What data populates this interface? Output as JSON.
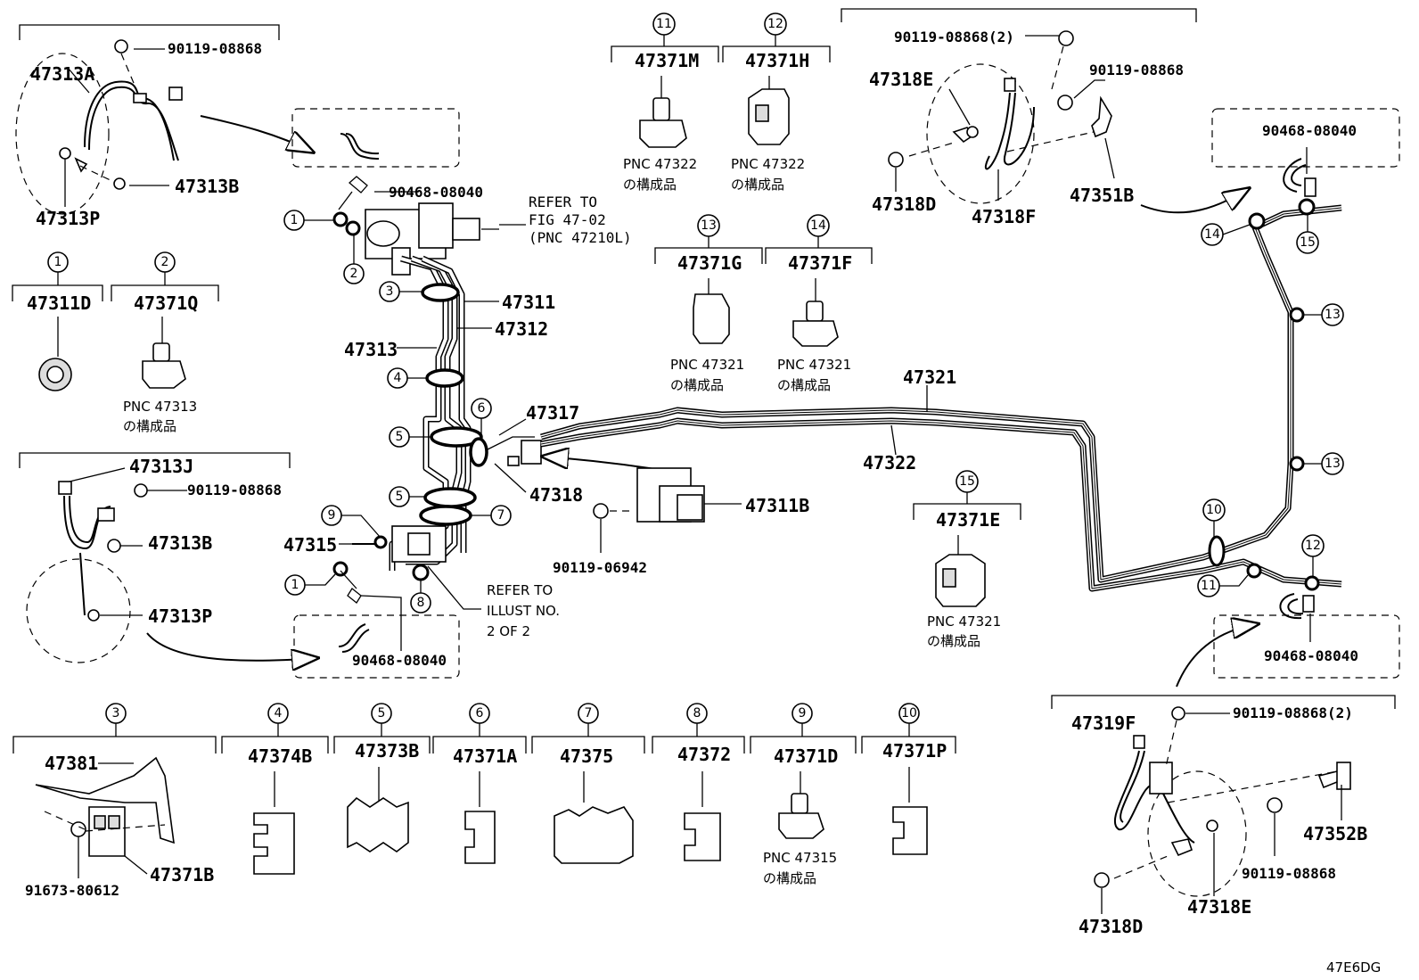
{
  "diagram_code": "47E6DG",
  "labels": {
    "p_47313A": "47313A",
    "p_90119_08868_a": "90119-08868",
    "p_47313B_a": "47313B",
    "p_47313P_a": "47313P",
    "p_90468_08040_a": "90468-08040",
    "refer_fig_1": "REFER TO",
    "refer_fig_2": "FIG 47-02",
    "refer_fig_3": "(PNC 47210L)",
    "p_47311": "47311",
    "p_47312": "47312",
    "p_47313": "47313",
    "p_47317": "47317",
    "p_47318": "47318",
    "p_47315": "47315",
    "p_47311B": "47311B",
    "p_90119_06942": "90119-06942",
    "refer_illust_1": "REFER TO",
    "refer_illust_2": "ILLUST NO.",
    "refer_illust_3": "2 OF 2",
    "p_90468_08040_b": "90468-08040",
    "p_47313J": "47313J",
    "p_90119_08868_b": "90119-08868",
    "p_47313B_b": "47313B",
    "p_47313P_b": "47313P",
    "p_47321": "47321",
    "p_47322": "47322",
    "p_90119_08868_2_a": "90119-08868(2)",
    "p_90119_08868_c": "90119-08868",
    "p_47318E_a": "47318E",
    "p_47318D_a": "47318D",
    "p_47318F": "47318F",
    "p_47351B": "47351B",
    "p_90468_08040_c": "90468-08040",
    "p_90468_08040_d": "90468-08040",
    "p_47319F": "47319F",
    "p_90119_08868_2_b": "90119-08868(2)",
    "p_47352B": "47352B",
    "p_90119_08868_d": "90119-08868",
    "p_47318E_b": "47318E",
    "p_47318D_b": "47318D"
  },
  "callouts": [
    {
      "id": "c1a",
      "n": "1"
    },
    {
      "id": "c2a",
      "n": "2"
    },
    {
      "id": "c3a",
      "n": "3"
    },
    {
      "id": "c4a",
      "n": "4"
    },
    {
      "id": "c5a",
      "n": "5"
    },
    {
      "id": "c6a",
      "n": "6"
    },
    {
      "id": "c5b",
      "n": "5"
    },
    {
      "id": "c7a",
      "n": "7"
    },
    {
      "id": "c9a",
      "n": "9"
    },
    {
      "id": "c1b",
      "n": "1"
    },
    {
      "id": "c8a",
      "n": "8"
    },
    {
      "id": "c14a",
      "n": "14"
    },
    {
      "id": "c15a",
      "n": "15"
    },
    {
      "id": "c13a",
      "n": "13"
    },
    {
      "id": "c13b",
      "n": "13"
    },
    {
      "id": "c10a",
      "n": "10"
    },
    {
      "id": "c11a",
      "n": "11"
    },
    {
      "id": "c12a",
      "n": "12"
    }
  ],
  "legend": [
    {
      "n": "1",
      "part": "47311D",
      "note1": "",
      "note2": ""
    },
    {
      "n": "2",
      "part": "47371Q",
      "note1": "PNC 47313",
      "note2": "の構成品"
    },
    {
      "n": "11",
      "part": "47371M",
      "note1": "PNC 47322",
      "note2": "の構成品"
    },
    {
      "n": "12",
      "part": "47371H",
      "note1": "PNC 47322",
      "note2": "の構成品"
    },
    {
      "n": "13",
      "part": "47371G",
      "note1": "PNC 47321",
      "note2": "の構成品"
    },
    {
      "n": "14",
      "part": "47371F",
      "note1": "PNC 47321",
      "note2": "の構成品"
    },
    {
      "n": "15",
      "part": "47371E",
      "note1": "PNC 47321",
      "note2": "の構成品"
    },
    {
      "n": "3",
      "part": "47381",
      "note1": "",
      "note2": ""
    },
    {
      "n": "4",
      "part": "47374B",
      "note1": "",
      "note2": ""
    },
    {
      "n": "5",
      "part": "47373B",
      "note1": "",
      "note2": ""
    },
    {
      "n": "6",
      "part": "47371A",
      "note1": "",
      "note2": ""
    },
    {
      "n": "7",
      "part": "47375",
      "note1": "",
      "note2": ""
    },
    {
      "n": "8",
      "part": "47372",
      "note1": "",
      "note2": ""
    },
    {
      "n": "9",
      "part": "47371D",
      "note1": "PNC 47315",
      "note2": "の構成品"
    },
    {
      "n": "10",
      "part": "47371P",
      "note1": "",
      "note2": ""
    }
  ],
  "legend3_extra": {
    "a": "91673-80612",
    "b": "47371B"
  }
}
